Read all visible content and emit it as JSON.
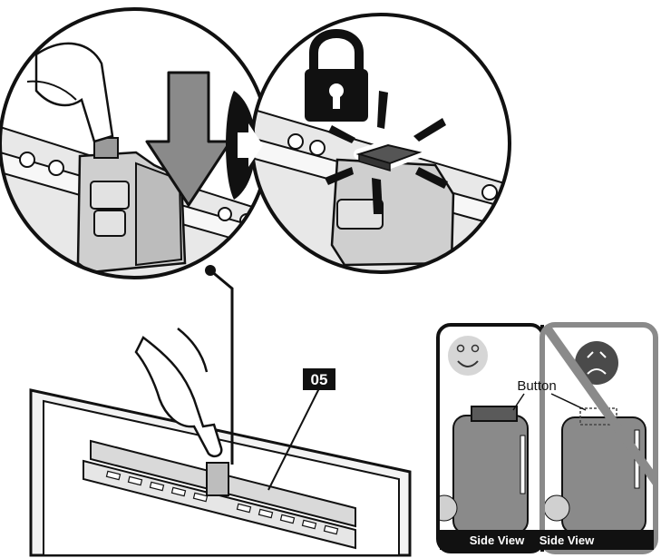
{
  "callout": {
    "step_number": "05"
  },
  "inset": {
    "button_label": "Button",
    "left_caption": "Side View",
    "right_caption": "Side View"
  },
  "icons": [
    "lock-icon",
    "smiley-face-icon",
    "frown-face-icon",
    "arrow-down-icon",
    "arrow-right-icon"
  ],
  "colors": {
    "ink": "#111111",
    "mid_gray": "#8a8a8a",
    "light_gray": "#d6d6d6",
    "dark_gray": "#4a4a4a"
  }
}
